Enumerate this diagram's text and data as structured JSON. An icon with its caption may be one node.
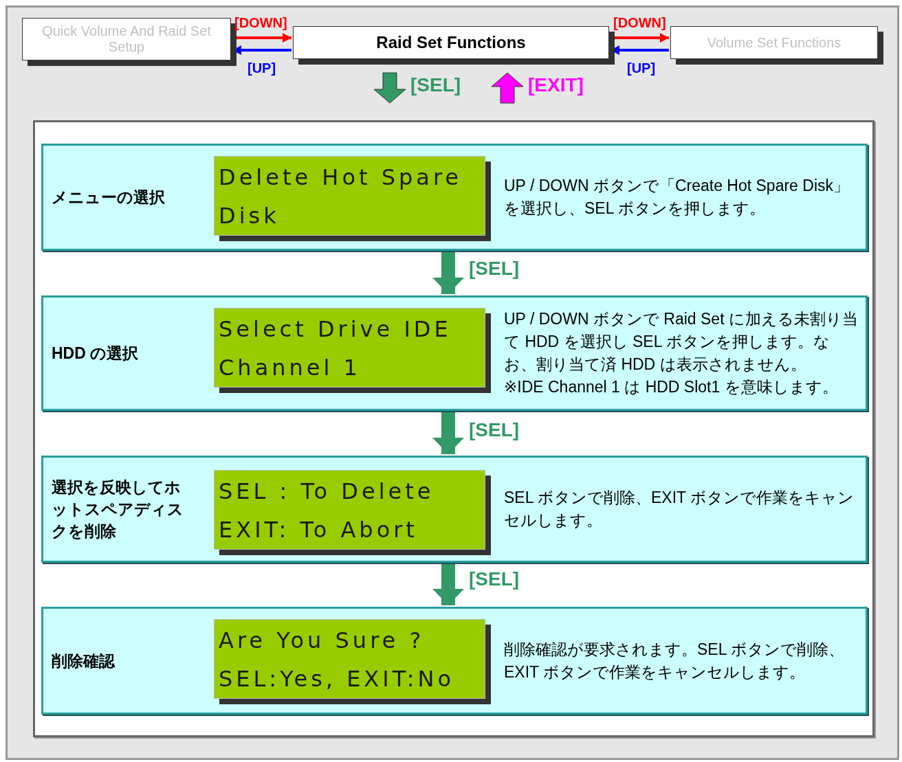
{
  "diagram": {
    "nodes": [
      {
        "text": [
          "Quick Volume And Raid Set Setup"
        ]
      },
      {
        "text": [
          "Raid Set Functions"
        ]
      },
      {
        "text": [
          "Volume Set Functions"
        ]
      },
      {
        "text": [
          "メニューの選択",
          "UP / DOWN ボタンで「Create Hot Spare Disk」を選択し、SEL ボタンを押します。"
        ]
      },
      {
        "text": [
          "Delete Hot Spare Disk"
        ],
        "in": 3
      },
      {
        "text": [
          "HDD の選択",
          "UP / DOWN ボタンで Raid Set に加える未割り当て HDD を選択し SEL ボタンを押します。なお、割り当て済 HDD は表示されません。",
          "※IDE Channel 1 は HDD Slot1 を意味します。"
        ]
      },
      {
        "text": [
          "Select Drive IDE Channel 1"
        ],
        "in": 5
      },
      {
        "text": [
          "選択を反映してホットスペアディスクを削除",
          "SEL ボタンで削除、EXIT ボタンで作業をキャンセルします。"
        ]
      },
      {
        "text": [
          "SEL : To Delete EXIT: To Abort"
        ],
        "in": 7
      },
      {
        "text": [
          "削除確認",
          "削除確認が要求されます。SEL ボタンで削除、EXIT ボタンで作業をキャンセルします。"
        ]
      },
      {
        "text": [
          "Are You Sure ? SEL:Yes, EXIT:No"
        ],
        "in": 9
      }
    ],
    "edges": [
      {
        "from": 0,
        "to": 1,
        "arrow": "to",
        "label": "[DOWN]",
        "color": "#ff0000"
      },
      {
        "from": 1,
        "to": 0,
        "arrow": "to",
        "label": "[UP]",
        "color": "#0000ff"
      },
      {
        "from": 1,
        "to": 2,
        "arrow": "to",
        "label": "[DOWN]",
        "color": "#ff0000"
      },
      {
        "from": 2,
        "to": 1,
        "arrow": "to",
        "label": "[UP]",
        "color": "#0000ff"
      },
      {
        "from": 3,
        "to": 5,
        "arrow": "to",
        "label": "[SEL]",
        "style": "thick",
        "color": "#339966"
      },
      {
        "from": 5,
        "to": 7,
        "arrow": "to",
        "label": "[SEL]",
        "style": "thick",
        "color": "#339966"
      },
      {
        "from": 7,
        "to": 9,
        "arrow": "to",
        "label": "[SEL]",
        "style": "thick",
        "color": "#339966"
      }
    ],
    "labels": [
      "[SEL]",
      "[EXIT]"
    ]
  }
}
